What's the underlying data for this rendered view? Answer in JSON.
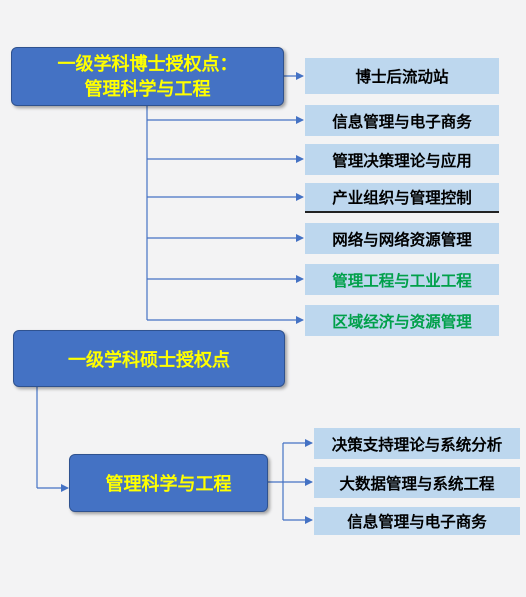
{
  "doctoral": {
    "title_line1": "一级学科博士授权点：",
    "title_line2": "管理科学与工程",
    "items": [
      {
        "label": "博士后流动站",
        "color": "#000000"
      },
      {
        "label": "信息管理与电子商务",
        "color": "#000000"
      },
      {
        "label": "管理决策理论与应用",
        "color": "#000000"
      },
      {
        "label": "产业组织与管理控制",
        "color": "#000000"
      },
      {
        "label": "网络与网络资源管理",
        "color": "#000000"
      },
      {
        "label": "管理工程与工业工程",
        "color": "#00a04a"
      },
      {
        "label": "区域经济与资源管理",
        "color": "#00a04a"
      }
    ]
  },
  "masters": {
    "title": "一级学科硕士授权点",
    "discipline": "管理科学与工程",
    "items": [
      {
        "label": "决策支持理论与系统分析",
        "color": "#000000"
      },
      {
        "label": "大数据管理与系统工程",
        "color": "#000000"
      },
      {
        "label": "信息管理与电子商务",
        "color": "#000000"
      }
    ]
  },
  "colors": {
    "box_fill": "#4472c4",
    "box_text": "#ffff00",
    "leaf_fill": "#bdd7ee",
    "connector": "#4472c4"
  }
}
